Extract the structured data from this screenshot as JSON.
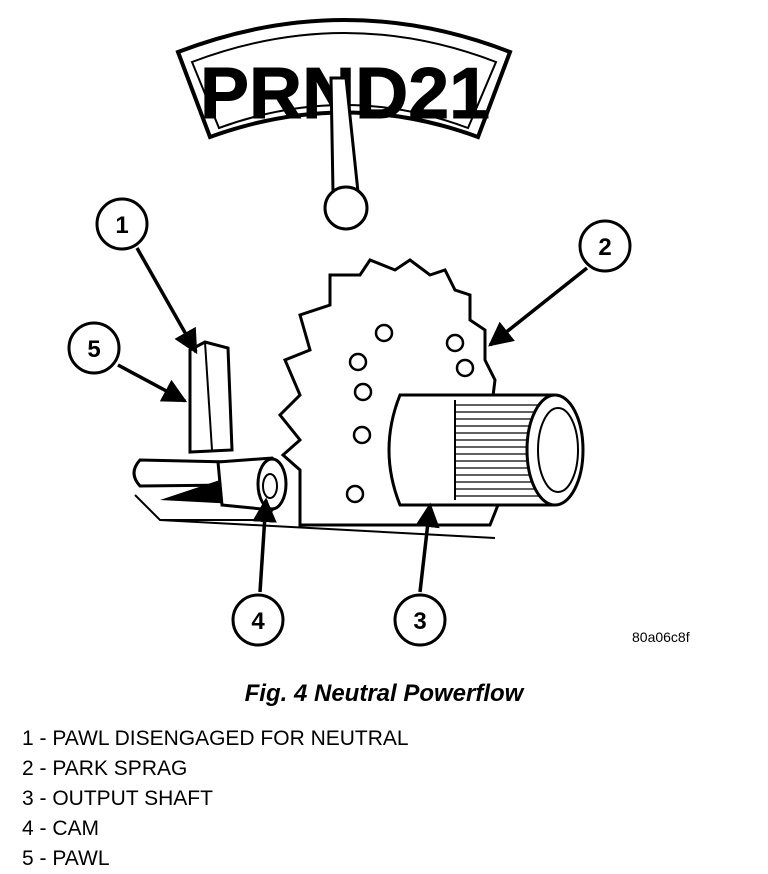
{
  "diagram": {
    "selector_text": "PRND21",
    "code": "80a06c8f",
    "callouts": [
      "1",
      "2",
      "3",
      "4",
      "5"
    ]
  },
  "caption": "Fig. 4 Neutral Powerflow",
  "legend": [
    "1 - PAWL DISENGAGED FOR NEUTRAL",
    "2 - PARK SPRAG",
    "3 - OUTPUT SHAFT",
    "4 - CAM",
    "5 - PAWL"
  ]
}
